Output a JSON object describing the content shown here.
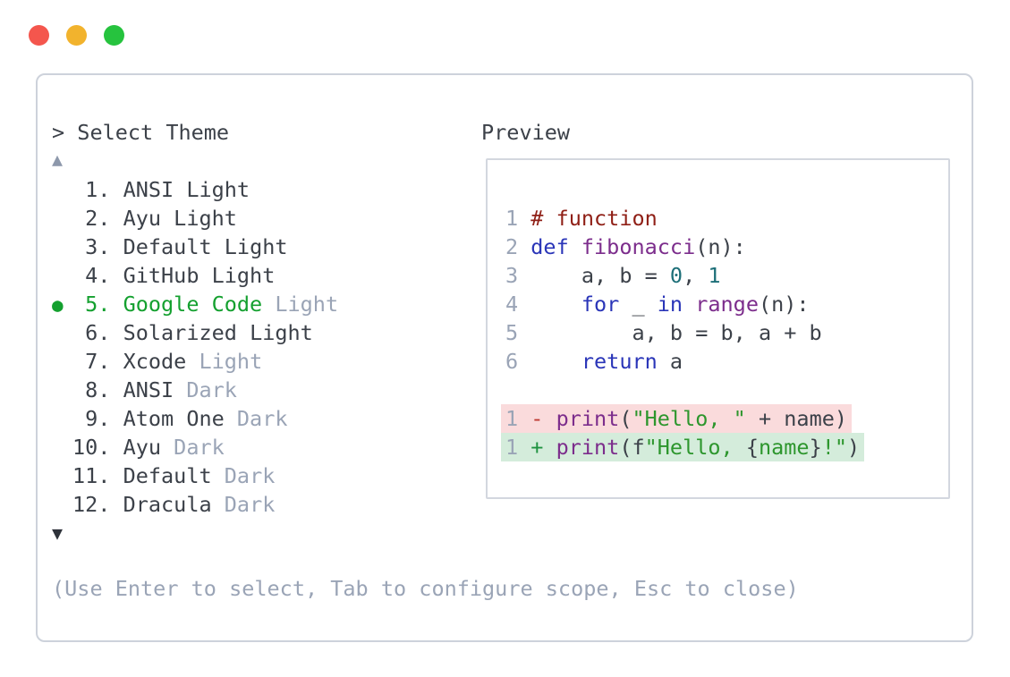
{
  "window": {
    "buttons": [
      {
        "id": "close",
        "label": "close-window"
      },
      {
        "id": "minimize",
        "label": "minimize-window"
      },
      {
        "id": "zoom",
        "label": "zoom-window"
      }
    ]
  },
  "prompt": "> Select Theme",
  "theme_list": {
    "up_arrow": "▲",
    "down_arrow": "▼",
    "items": [
      {
        "num": "1.",
        "name": "ANSI",
        "suffix": " Light",
        "muted_suffix": false,
        "selected": false
      },
      {
        "num": "2.",
        "name": "Ayu",
        "suffix": " Light",
        "muted_suffix": false,
        "selected": false
      },
      {
        "num": "3.",
        "name": "Default",
        "suffix": " Light",
        "muted_suffix": false,
        "selected": false
      },
      {
        "num": "4.",
        "name": "GitHub",
        "suffix": " Light",
        "muted_suffix": false,
        "selected": false
      },
      {
        "num": "5.",
        "name": "Google Code",
        "suffix": " Light",
        "muted_suffix": true,
        "selected": true
      },
      {
        "num": "6.",
        "name": "Solarized",
        "suffix": " Light",
        "muted_suffix": false,
        "selected": false
      },
      {
        "num": "7.",
        "name": "Xcode",
        "suffix": " Light",
        "muted_suffix": true,
        "selected": false
      },
      {
        "num": "8.",
        "name": "ANSI",
        "suffix": " Dark",
        "muted_suffix": true,
        "selected": false
      },
      {
        "num": "9.",
        "name": "Atom One",
        "suffix": " Dark",
        "muted_suffix": true,
        "selected": false
      },
      {
        "num": "10.",
        "name": "Ayu",
        "suffix": " Dark",
        "muted_suffix": true,
        "selected": false
      },
      {
        "num": "11.",
        "name": "Default",
        "suffix": " Dark",
        "muted_suffix": true,
        "selected": false
      },
      {
        "num": "12.",
        "name": "Dracula",
        "suffix": " Dark",
        "muted_suffix": true,
        "selected": false
      }
    ],
    "selected_bullet": "●"
  },
  "preview": {
    "label": "Preview",
    "code_lines": [
      {
        "num": "1",
        "tokens": [
          [
            "com",
            "# function"
          ]
        ]
      },
      {
        "num": "2",
        "tokens": [
          [
            "kw",
            "def"
          ],
          [
            "pl",
            " "
          ],
          [
            "fn",
            "fibonacci"
          ],
          [
            "pl",
            "(n):"
          ]
        ]
      },
      {
        "num": "3",
        "tokens": [
          [
            "pl",
            "    a, b = "
          ],
          [
            "lit",
            "0"
          ],
          [
            "pl",
            ", "
          ],
          [
            "lit",
            "1"
          ]
        ]
      },
      {
        "num": "4",
        "tokens": [
          [
            "pl",
            "    "
          ],
          [
            "kw",
            "for"
          ],
          [
            "pl",
            " _ "
          ],
          [
            "kw",
            "in"
          ],
          [
            "pl",
            " "
          ],
          [
            "fn",
            "range"
          ],
          [
            "pl",
            "(n):"
          ]
        ]
      },
      {
        "num": "5",
        "tokens": [
          [
            "pl",
            "        a, b = b, a + b"
          ]
        ]
      },
      {
        "num": "6",
        "tokens": [
          [
            "pl",
            "    "
          ],
          [
            "kw",
            "return"
          ],
          [
            "pl",
            " a"
          ]
        ]
      }
    ],
    "diff_lines": [
      {
        "num": "1",
        "type": "removed",
        "tokens": [
          [
            "minus",
            "- "
          ],
          [
            "fn",
            "print"
          ],
          [
            "pl",
            "("
          ],
          [
            "str",
            "\"Hello, \""
          ],
          [
            "pl",
            " + name)"
          ]
        ]
      },
      {
        "num": "1",
        "type": "added",
        "tokens": [
          [
            "plus",
            "+ "
          ],
          [
            "fn",
            "print"
          ],
          [
            "pl",
            "(f"
          ],
          [
            "str",
            "\"Hello, "
          ],
          [
            "pl",
            "{"
          ],
          [
            "str",
            "name"
          ],
          [
            "pl",
            "}"
          ],
          [
            "str",
            "!\""
          ],
          [
            "pl",
            ")"
          ]
        ]
      }
    ]
  },
  "hint": "(Use Enter to select, Tab to configure scope, Esc to close)",
  "colors": {
    "traffic_red": "#f4564d",
    "traffic_yellow": "#f2b32d",
    "traffic_green": "#26c33e",
    "text_dark": "#3c4149",
    "text_muted": "#9aa4b6",
    "selected_green": "#14a02f",
    "panel_border": "#cdd2db",
    "preview_border": "#d3d7df",
    "arrow_up": "#8d98ab",
    "arrow_down": "#2e323a",
    "syn_comment": "#8f1f16",
    "syn_keyword": "#2a35b8",
    "syn_name": "#7c2d8c",
    "syn_string": "#2d962d",
    "syn_literal": "#1d6f78",
    "diff_minus": "#bf3a32",
    "diff_plus": "#1f9240",
    "diff_removed_bg": "#fadbdc",
    "diff_added_bg": "#d4ecdb"
  }
}
